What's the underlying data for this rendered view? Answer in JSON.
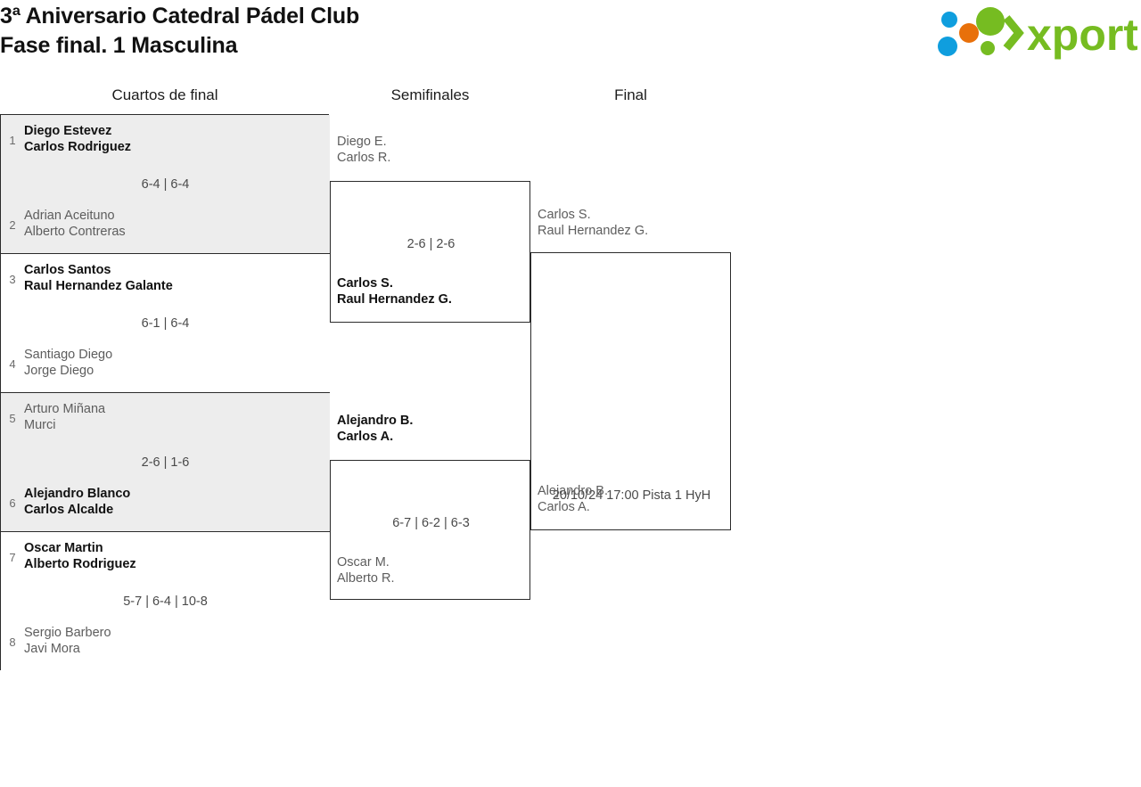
{
  "header": {
    "title_line1": "3ª Aniversario Catedral Pádel Club",
    "title_line2": "Fase final. 1 Masculina",
    "logo_text": "xporty",
    "logo_colors": {
      "green": "#76bc21",
      "orange": "#e8700a",
      "blue": "#0f9ede"
    }
  },
  "rounds": [
    {
      "label": "Cuartos de final"
    },
    {
      "label": "Semifinales"
    },
    {
      "label": "Final"
    }
  ],
  "quarterfinals": [
    {
      "seed_top": "1",
      "top_p1": "Diego Estevez",
      "top_p2": "Carlos Rodriguez",
      "seed_bottom": "2",
      "bottom_p1": "Adrian Aceituno",
      "bottom_p2": "Alberto Contreras",
      "score": "6-4 | 6-4",
      "winner": "top"
    },
    {
      "seed_top": "3",
      "top_p1": "Carlos Santos",
      "top_p2": "Raul Hernandez Galante",
      "seed_bottom": "4",
      "bottom_p1": "Santiago Diego",
      "bottom_p2": "Jorge Diego",
      "score": "6-1 | 6-4",
      "winner": "top"
    },
    {
      "seed_top": "5",
      "top_p1": "Arturo Miñana",
      "top_p2": "Murci",
      "seed_bottom": "6",
      "bottom_p1": "Alejandro Blanco",
      "bottom_p2": "Carlos Alcalde",
      "score": "2-6 | 1-6",
      "winner": "bottom"
    },
    {
      "seed_top": "7",
      "top_p1": "Oscar Martin",
      "top_p2": "Alberto Rodriguez",
      "seed_bottom": "8",
      "bottom_p1": "Sergio Barbero",
      "bottom_p2": "Javi Mora",
      "score": "5-7 | 6-4 | 10-8",
      "winner": "top"
    }
  ],
  "semifinals": [
    {
      "top_p1": "Diego E.",
      "top_p2": "Carlos R.",
      "bottom_p1": "Carlos S.",
      "bottom_p2": "Raul Hernandez G.",
      "score": "2-6 | 2-6",
      "winner": "bottom"
    },
    {
      "top_p1": "Alejandro B.",
      "top_p2": "Carlos A.",
      "bottom_p1": "Oscar M.",
      "bottom_p2": "Alberto R.",
      "score": "6-7 | 6-2 | 6-3",
      "winner": "top"
    }
  ],
  "final": {
    "top_p1": "Carlos S.",
    "top_p2": "Raul Hernandez G.",
    "bottom_p1": "Alejandro B.",
    "bottom_p2": "Carlos A.",
    "info": "20/10/24 17:00 Pista 1 HyH",
    "winner": "none"
  }
}
